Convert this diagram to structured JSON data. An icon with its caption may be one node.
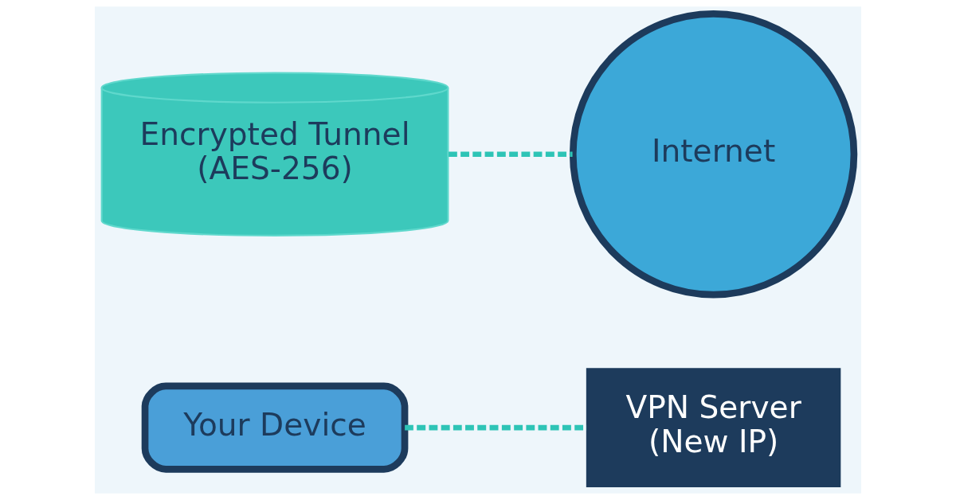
{
  "diagram": {
    "nodes": [
      {
        "text": [
          "Your Device"
        ]
      },
      {
        "text": [
          "VPN Server",
          "(New IP)"
        ]
      },
      {
        "text": [
          "Encrypted Tunnel",
          "(AES-256)"
        ]
      },
      {
        "text": [
          "Internet"
        ]
      }
    ],
    "edges": [
      {
        "from": 0,
        "to": 1,
        "arrow": "none",
        "style": "dashed"
      },
      {
        "from": 2,
        "to": 3,
        "arrow": "none",
        "style": "dashed"
      }
    ]
  }
}
